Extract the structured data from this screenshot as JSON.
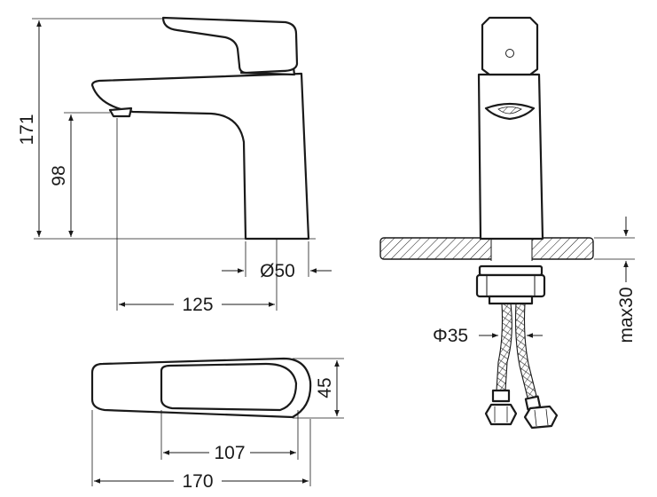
{
  "dimensions": {
    "total_height": "171",
    "spout_height": "98",
    "base_diameter": "Ø50",
    "spout_reach": "125",
    "top_width": "45",
    "lever_length": "107",
    "total_length": "170",
    "hose_diameter": "Φ35",
    "max_thickness": "max30"
  },
  "colors": {
    "line": "#1a1a1a",
    "background": "#ffffff"
  }
}
